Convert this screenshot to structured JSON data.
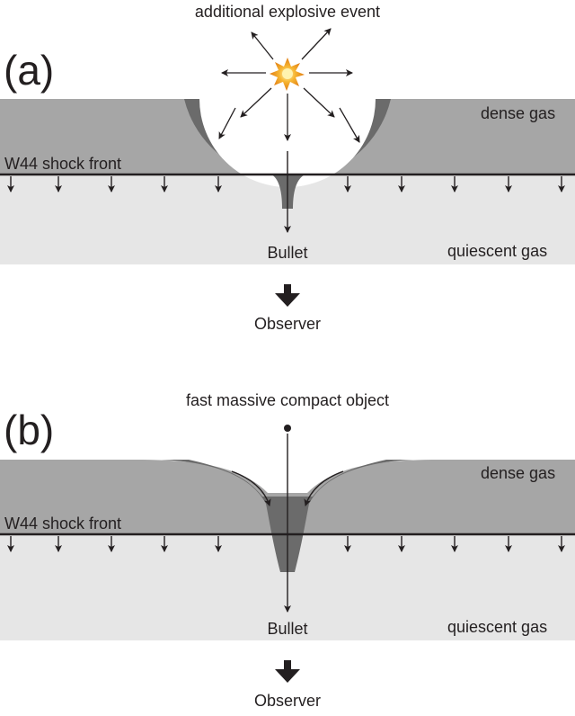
{
  "panels": [
    {
      "label": "(a)",
      "top_text": "additional explosive event",
      "dense_gas": "dense gas",
      "shock_front": "W44 shock front",
      "bullet": "Bullet",
      "quiescent_gas": "quiescent gas",
      "observer": "Observer"
    },
    {
      "label": "(b)",
      "top_text": "fast massive compact object",
      "dense_gas": "dense gas",
      "shock_front": "W44 shock front",
      "bullet": "Bullet",
      "quiescent_gas": "quiescent gas",
      "observer": "Observer"
    }
  ],
  "colors": {
    "dense_gas": "#a6a6a6",
    "quiescent_gas": "#e6e6e6",
    "shell": "#6b6b6b",
    "line": "#231f20",
    "explosion": "#f5a623"
  },
  "icons": [
    "explosion-icon",
    "compact-object-dot"
  ]
}
